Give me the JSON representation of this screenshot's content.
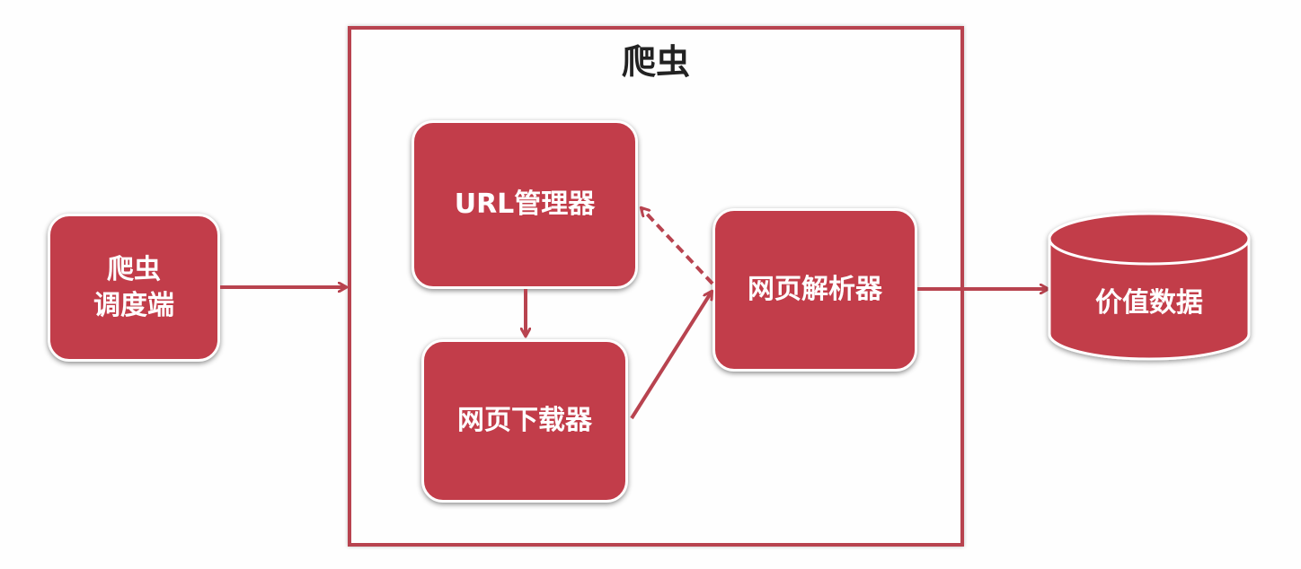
{
  "crawler_group": {
    "title": "爬虫"
  },
  "nodes": {
    "scheduler": {
      "line1": "爬虫",
      "line2": "调度端"
    },
    "url_manager": {
      "label": "URL管理器"
    },
    "downloader": {
      "label": "网页下载器"
    },
    "parser": {
      "label": "网页解析器"
    },
    "data_store": {
      "label": "价值数据"
    }
  },
  "colors": {
    "node_fill": "#c23d4a",
    "frame_border": "#b8434f",
    "arrow": "#b8434f"
  }
}
